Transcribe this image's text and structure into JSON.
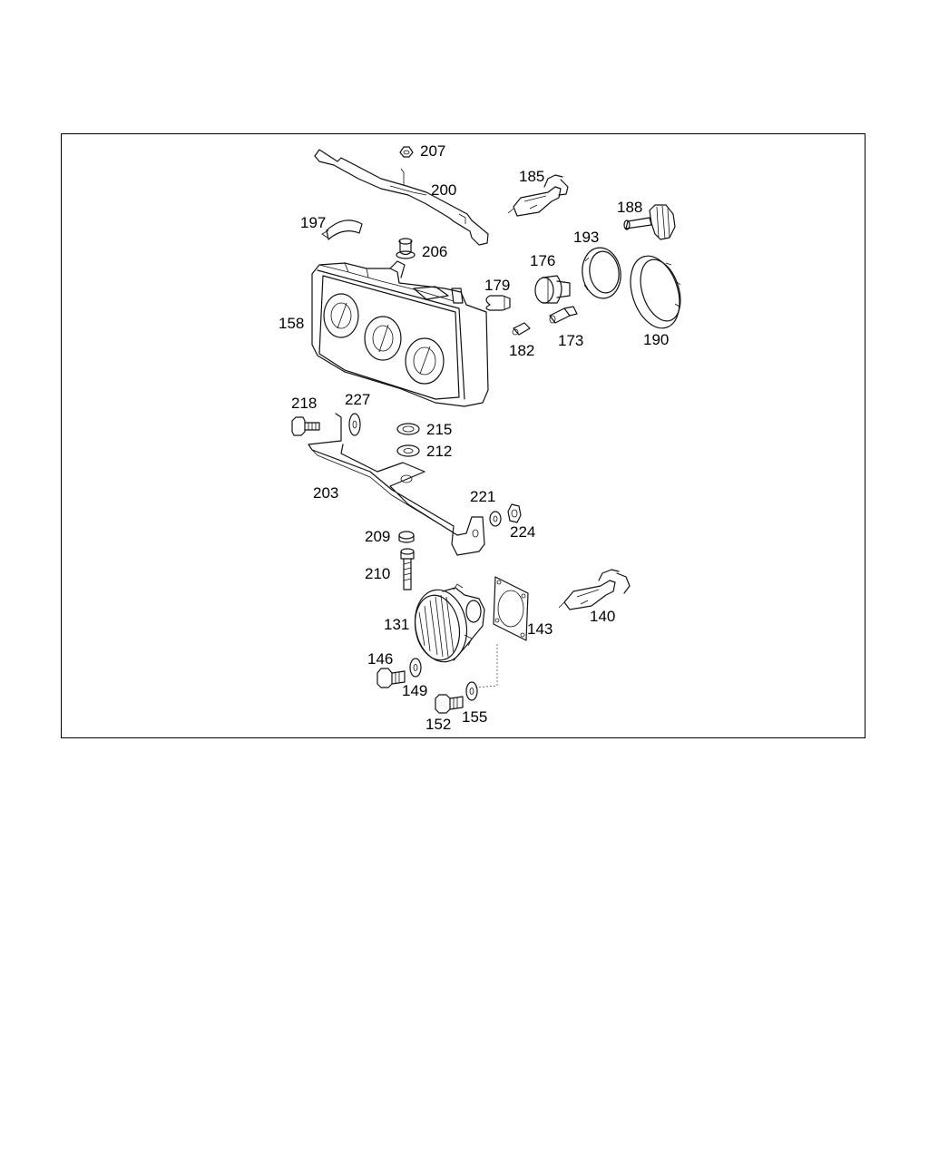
{
  "diagram": {
    "callouts": {
      "p207": "207",
      "p200": "200",
      "p185": "185",
      "p188": "188",
      "p197": "197",
      "p206": "206",
      "p193": "193",
      "p176": "176",
      "p179": "179",
      "p158": "158",
      "p182": "182",
      "p173": "173",
      "p190": "190",
      "p218": "218",
      "p227": "227",
      "p215": "215",
      "p212": "212",
      "p203": "203",
      "p221": "221",
      "p224": "224",
      "p209": "209",
      "p210": "210",
      "p131": "131",
      "p143": "143",
      "p140": "140",
      "p146": "146",
      "p149": "149",
      "p152": "152",
      "p155": "155"
    }
  }
}
